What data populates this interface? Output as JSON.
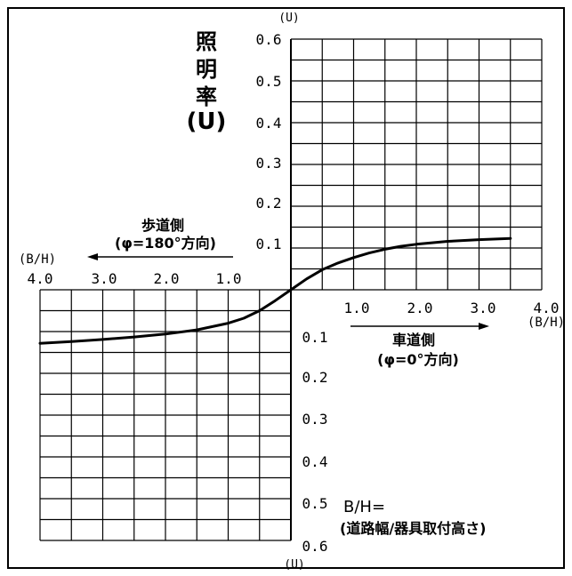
{
  "chart_data": {
    "type": "line",
    "title": "照明率(U)",
    "title_chars": [
      "照",
      "明",
      "率",
      "(U)"
    ],
    "y_unit": "(U)",
    "x_unit": "(B/H)",
    "road_side": {
      "label": "車道側",
      "sublabel": "(φ=0°方向)"
    },
    "sidewalk_side": {
      "label": "歩道側",
      "sublabel": "(φ=180°方向)"
    },
    "road_x_ticks": [
      "1.0",
      "2.0",
      "3.0",
      "4.0"
    ],
    "sidewalk_x_ticks": [
      "4.0",
      "3.0",
      "2.0",
      "1.0"
    ],
    "road_y_ticks": [
      "0.6",
      "0.5",
      "0.4",
      "0.3",
      "0.2",
      "0.1"
    ],
    "sidewalk_y_ticks": [
      "0.1",
      "0.2",
      "0.3",
      "0.4",
      "0.5",
      "0.6"
    ],
    "xlim_road": [
      0,
      4.0
    ],
    "xlim_sidewalk": [
      0,
      4.0
    ],
    "ylim": [
      0,
      0.6
    ],
    "grid": true,
    "note_line1": "B/H=",
    "note_line2": "(道路幅/器具取付高さ)",
    "series": [
      {
        "side": "road",
        "x": [
          0,
          0.25,
          0.5,
          0.75,
          1.0,
          1.25,
          1.5,
          1.75,
          2.0,
          2.5,
          3.0,
          3.5
        ],
        "y": [
          0,
          0.026,
          0.048,
          0.064,
          0.077,
          0.088,
          0.097,
          0.104,
          0.109,
          0.116,
          0.12,
          0.123
        ]
      },
      {
        "side": "sidewalk",
        "x": [
          0,
          0.25,
          0.5,
          0.75,
          1.0,
          1.5,
          2.0,
          2.5,
          3.0,
          3.5,
          4.0
        ],
        "y": [
          0,
          0.026,
          0.05,
          0.068,
          0.08,
          0.096,
          0.106,
          0.113,
          0.119,
          0.124,
          0.128
        ]
      }
    ]
  }
}
